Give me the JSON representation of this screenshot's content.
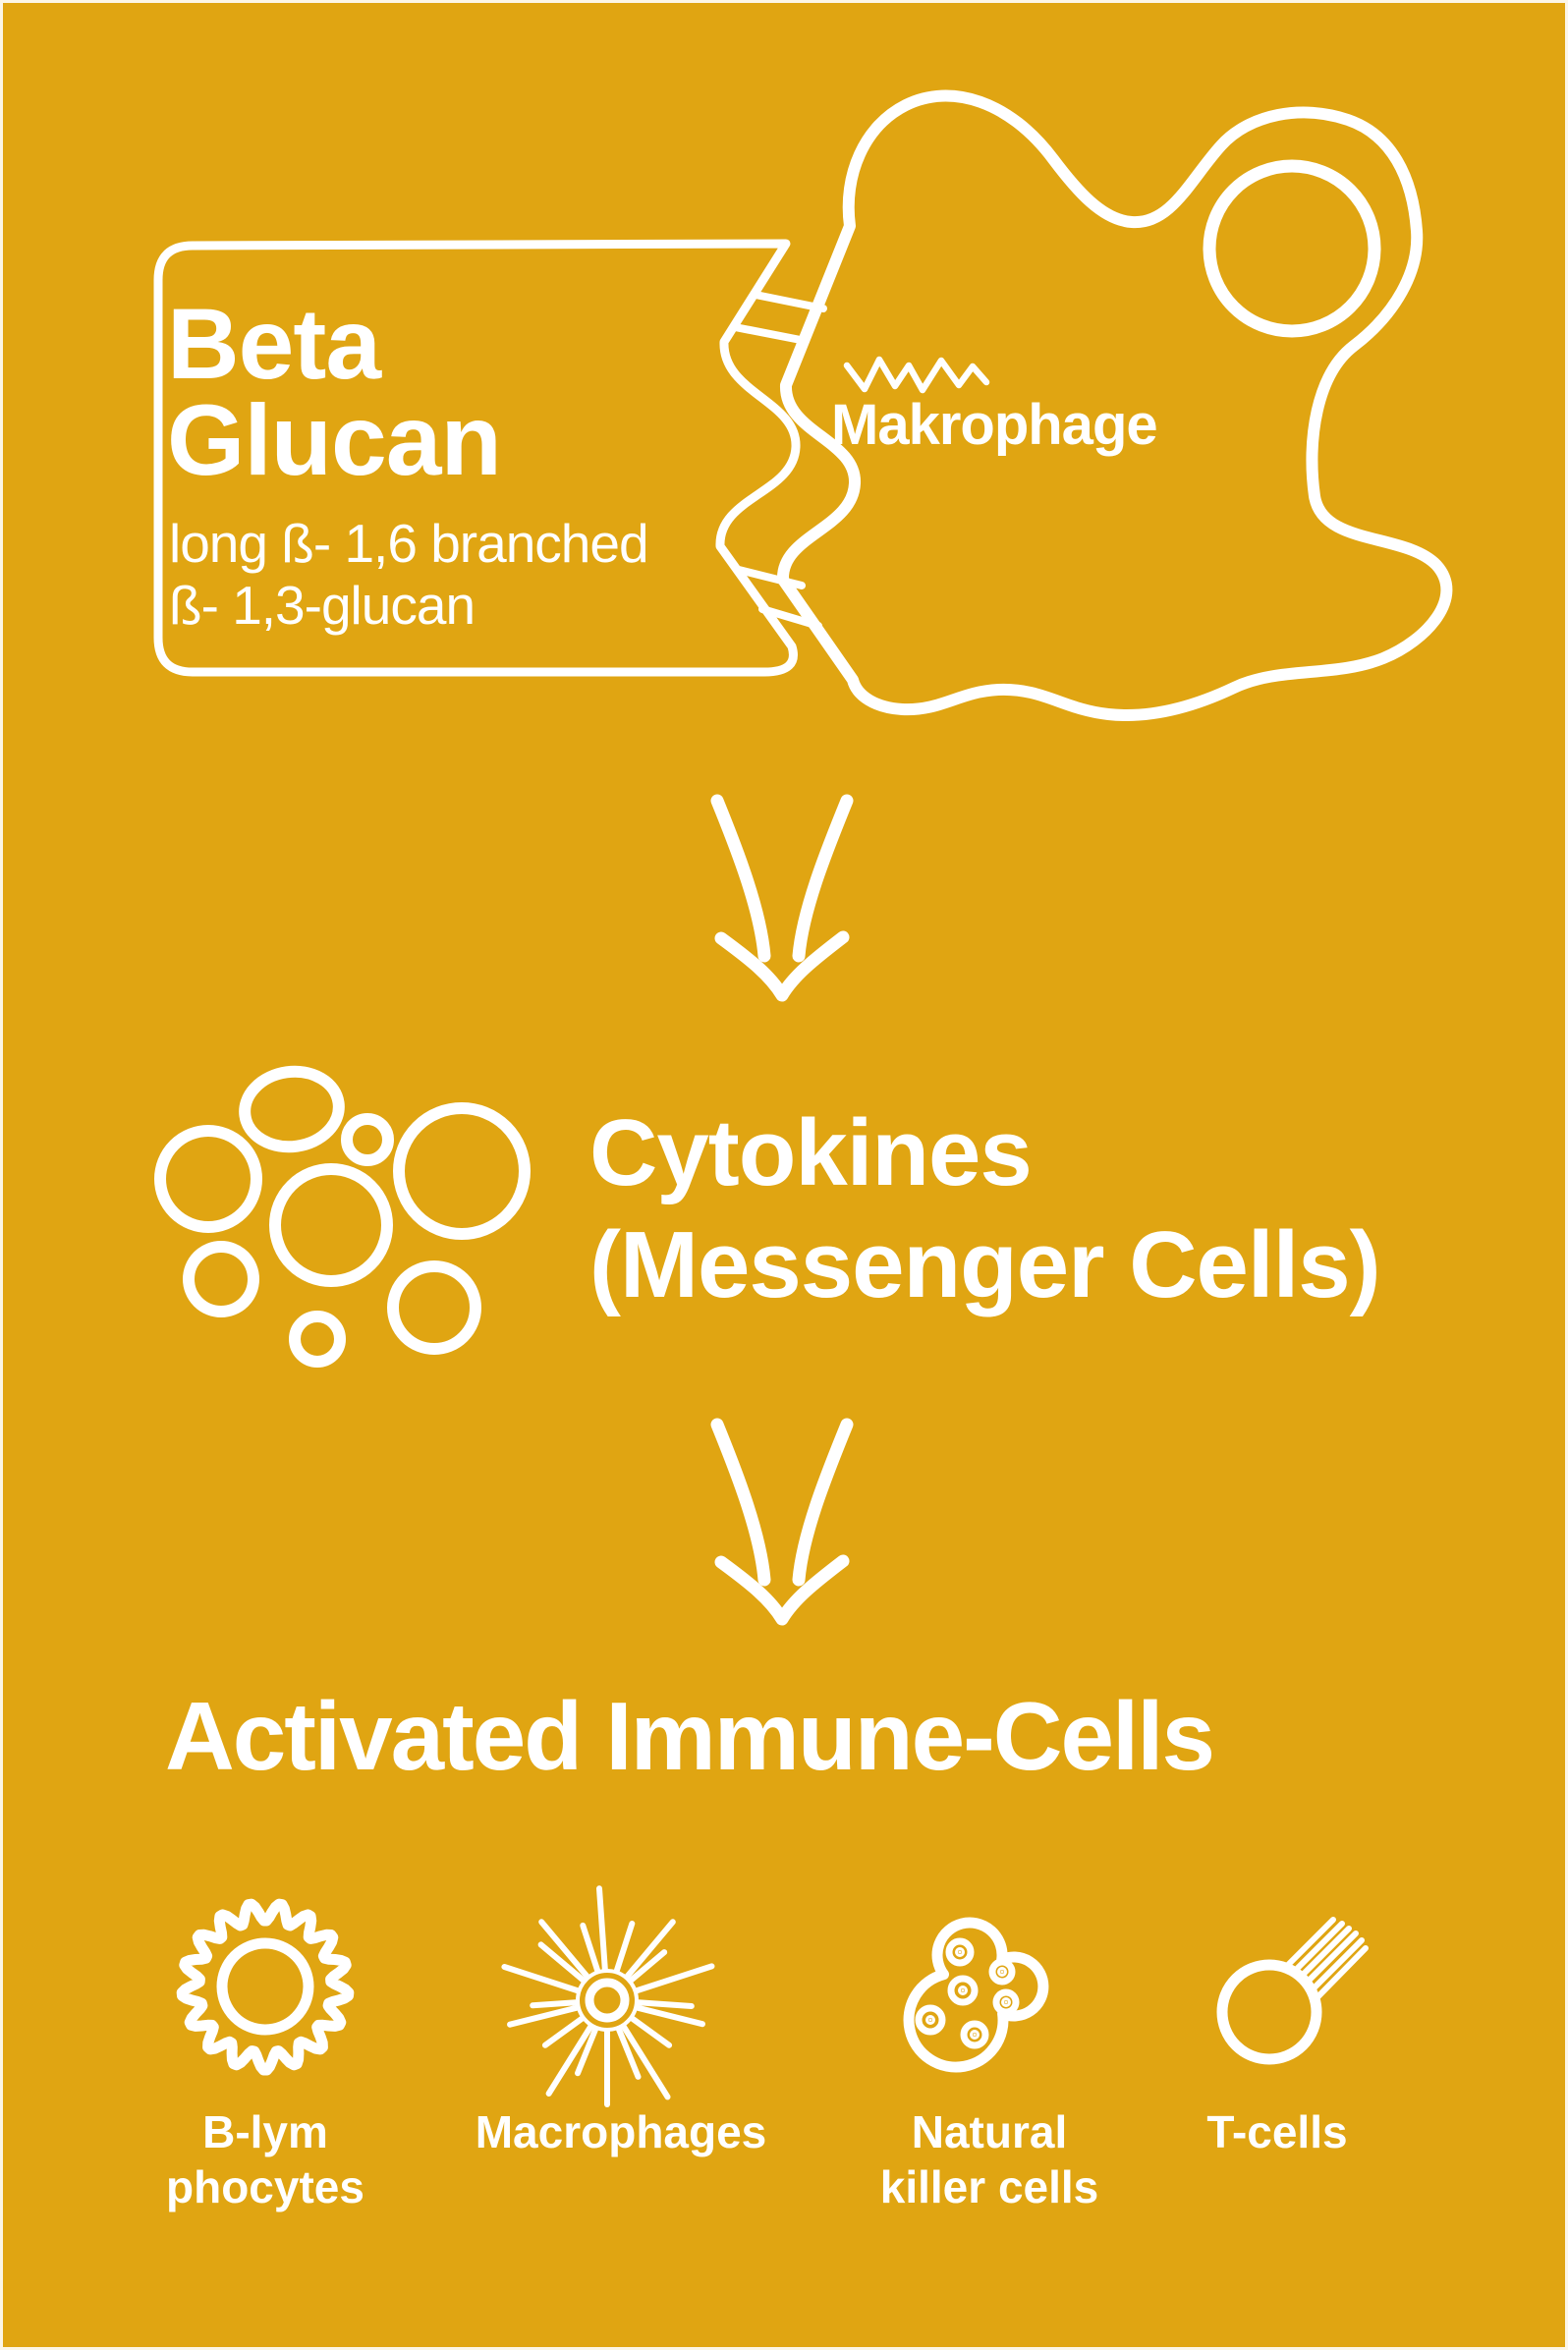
{
  "colors": {
    "background": "#E0A512",
    "line": "#FFFFFF"
  },
  "beta_glucan_card": {
    "title_line1": "Beta",
    "title_line2": "Glucan",
    "subtitle_line1": "long ß- 1,6 branched",
    "subtitle_line2": "ß- 1,3-glucan"
  },
  "macrophage_cell": {
    "label": "Makrophage"
  },
  "cytokines": {
    "title_line1": "Cytokines",
    "title_line2": "(Messenger Cells)"
  },
  "activated_heading": "Activated Immune-Cells",
  "immune_cells": [
    {
      "icon": "b-lymphocyte-icon",
      "label_line1": "B-lym",
      "label_line2": "phocytes"
    },
    {
      "icon": "macrophages-starburst-icon",
      "label_line1": "Macrophages",
      "label_line2": ""
    },
    {
      "icon": "natural-killer-cell-icon",
      "label_line1": "Natural",
      "label_line2": "killer cells"
    },
    {
      "icon": "t-cell-icon",
      "label_line1": "T-cells",
      "label_line2": ""
    }
  ]
}
